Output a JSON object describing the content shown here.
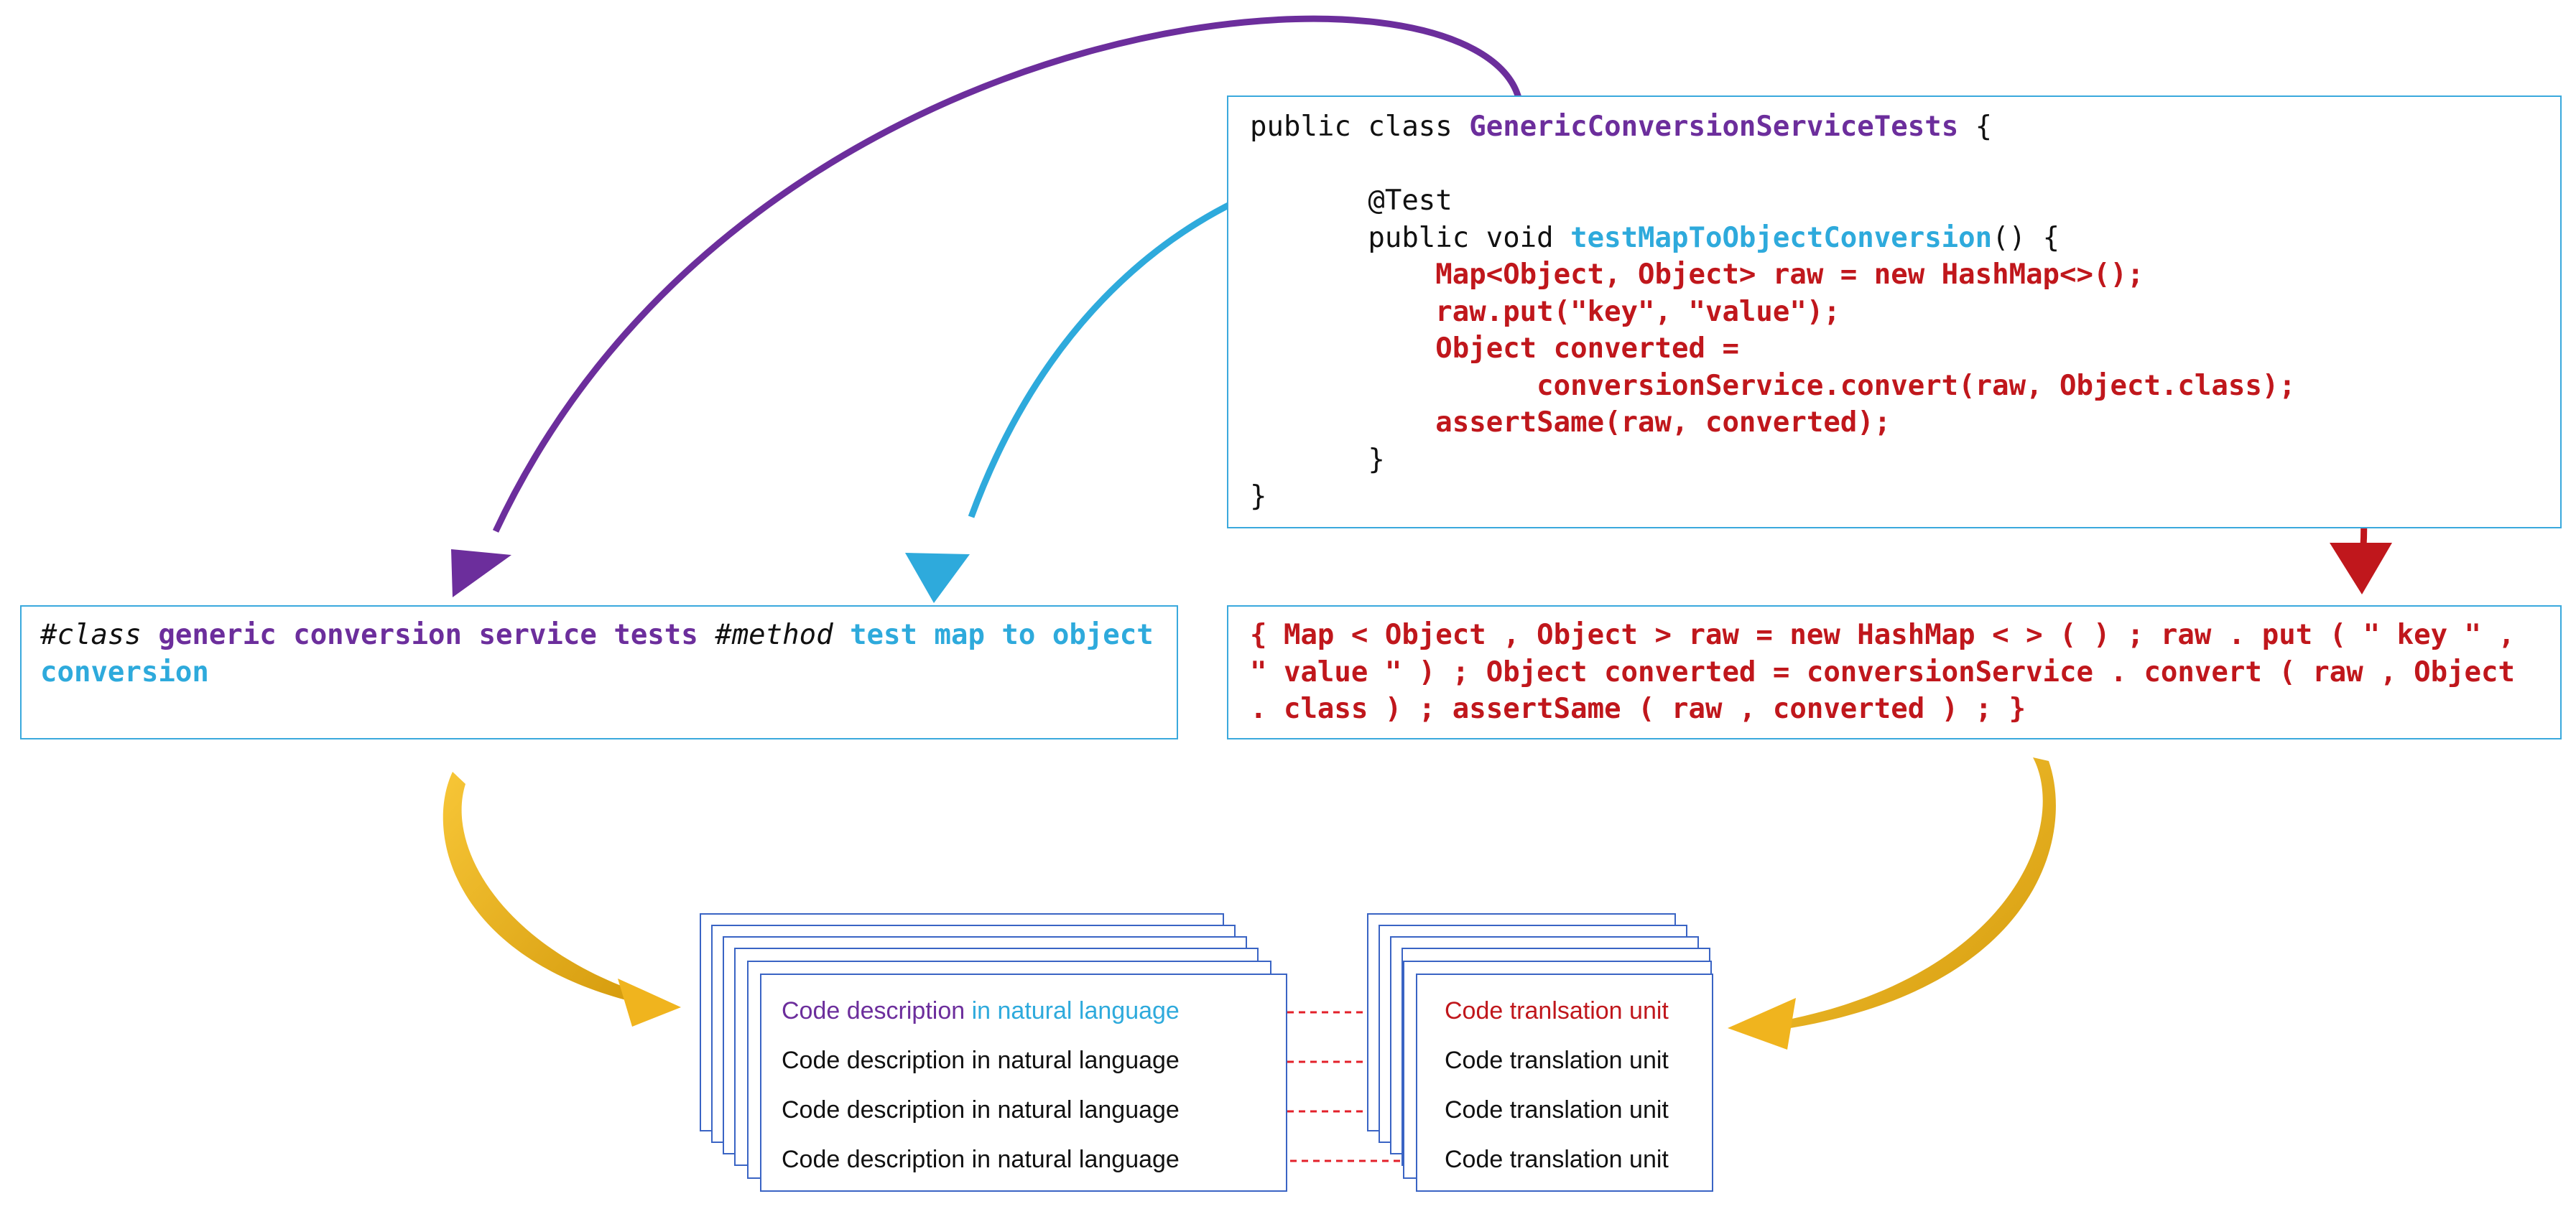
{
  "code": {
    "lines": [
      {
        "segments": [
          {
            "text": "public class ",
            "cls": "c-black"
          },
          {
            "text": "GenericConversionServiceTests",
            "cls": "c-purple"
          },
          {
            "text": " {",
            "cls": "c-black"
          }
        ]
      },
      {
        "segments": [
          {
            "text": "",
            "cls": "c-black"
          }
        ]
      },
      {
        "segments": [
          {
            "text": "       @Test",
            "cls": "c-black"
          }
        ]
      },
      {
        "segments": [
          {
            "text": "       public void ",
            "cls": "c-black"
          },
          {
            "text": "testMapToObjectConversion",
            "cls": "c-blue"
          },
          {
            "text": "() {",
            "cls": "c-black"
          }
        ]
      },
      {
        "segments": [
          {
            "text": "           Map<Object, Object> raw = new HashMap<>();",
            "cls": "c-red"
          }
        ]
      },
      {
        "segments": [
          {
            "text": "           raw.put(\"key\", \"value\");",
            "cls": "c-red"
          }
        ]
      },
      {
        "segments": [
          {
            "text": "           Object converted =",
            "cls": "c-red"
          }
        ]
      },
      {
        "segments": [
          {
            "text": "                 conversionService.convert(raw, Object.class);",
            "cls": "c-red"
          }
        ]
      },
      {
        "segments": [
          {
            "text": "           assertSame(raw, converted);",
            "cls": "c-red"
          }
        ]
      },
      {
        "segments": [
          {
            "text": "       }",
            "cls": "c-black"
          }
        ]
      },
      {
        "segments": [
          {
            "text": "}",
            "cls": "c-black"
          }
        ]
      }
    ]
  },
  "description": {
    "class_tag": "#class",
    "class_words": "generic conversion service tests",
    "method_tag": "#method",
    "method_words": "test map to object conversion"
  },
  "tokens": {
    "text": "{ Map < Object , Object > raw = new HashMap < > ( ) ; raw . put ( \" key \" , \" value \" ) ; Object converted = conversionService . convert ( raw , Object . class ) ; assertSame ( raw , converted ) ; }"
  },
  "pairs": {
    "first_left_part1": "Code description",
    "first_left_part2": " in natural language",
    "first_right": "Code tranlsation unit",
    "left_items": [
      "Code description in natural language",
      "Code description in natural language",
      "Code description in natural language"
    ],
    "right_items": [
      "Code translation unit",
      "Code translation unit",
      "Code translation unit"
    ]
  },
  "colors": {
    "purple": "#6c2e9c",
    "blue": "#2eaadc",
    "red": "#c0171c",
    "gold": "#f0b41e",
    "box_border": "#3aa9dd",
    "card_border": "#3a64c4"
  }
}
